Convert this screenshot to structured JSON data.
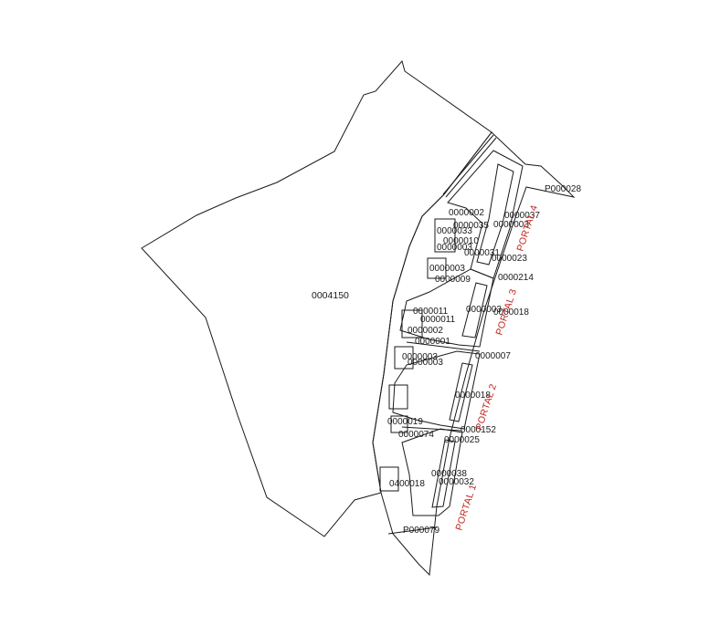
{
  "parcels": {
    "main": "0004150",
    "top_right": "P000028",
    "bottom": "P000079",
    "left_block": "0400018"
  },
  "codes": [
    "0000002",
    "0000035",
    "0000037",
    "0000003",
    "0000033",
    "0000010",
    "0000003",
    "0000031",
    "0000023",
    "0000003",
    "0000009",
    "0000214",
    "0000011",
    "0000011",
    "0000002",
    "0000003",
    "0000018",
    "0000001",
    "0000007",
    "0000003",
    "0000003",
    "0000018",
    "0000019",
    "0000074",
    "0000152",
    "0000025",
    "0000038",
    "0000032"
  ],
  "portals": [
    "PORTAL 1",
    "PORTAL 2",
    "PORTAL 3",
    "PORTAL 4"
  ],
  "colors": {
    "line": "#1a1a1a",
    "portal": "#c0241c",
    "background": "#ffffff"
  }
}
